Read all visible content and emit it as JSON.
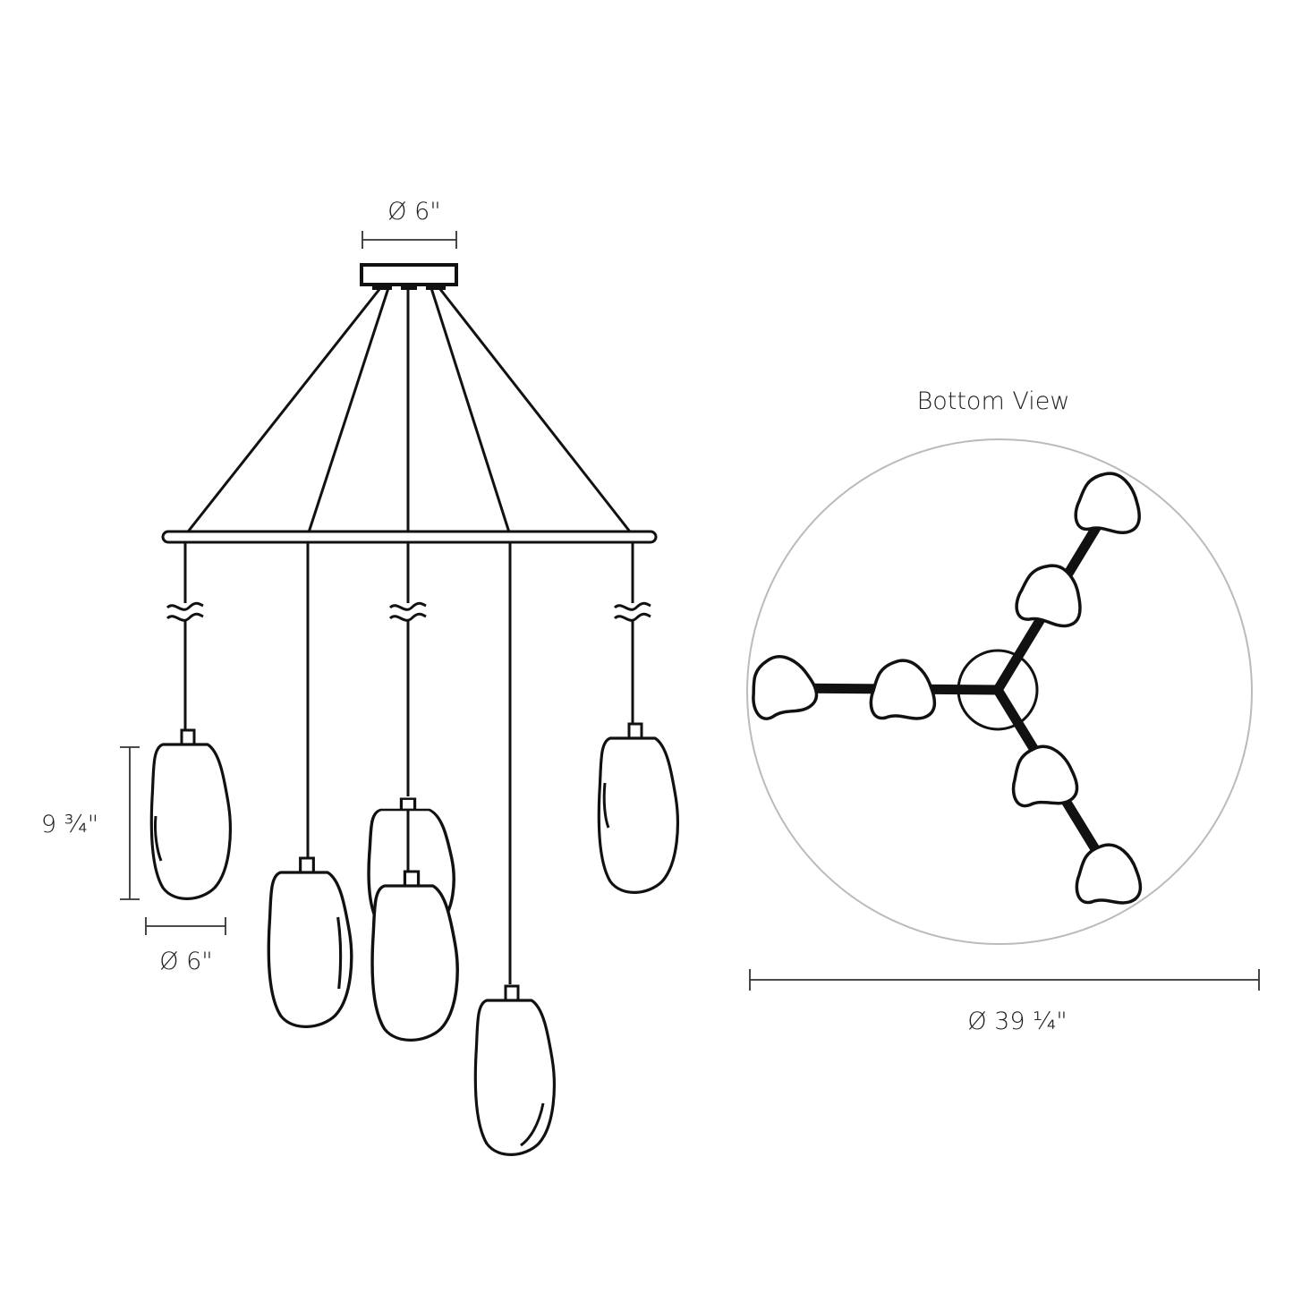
{
  "diagram": {
    "canopy_diameter_label": "Ø 6\"",
    "pendant_height_label": "9 ¾\"",
    "pendant_diameter_label": "Ø 6\"",
    "bottom_view_title": "Bottom View",
    "overall_diameter_label": "Ø 39 ¼\""
  }
}
